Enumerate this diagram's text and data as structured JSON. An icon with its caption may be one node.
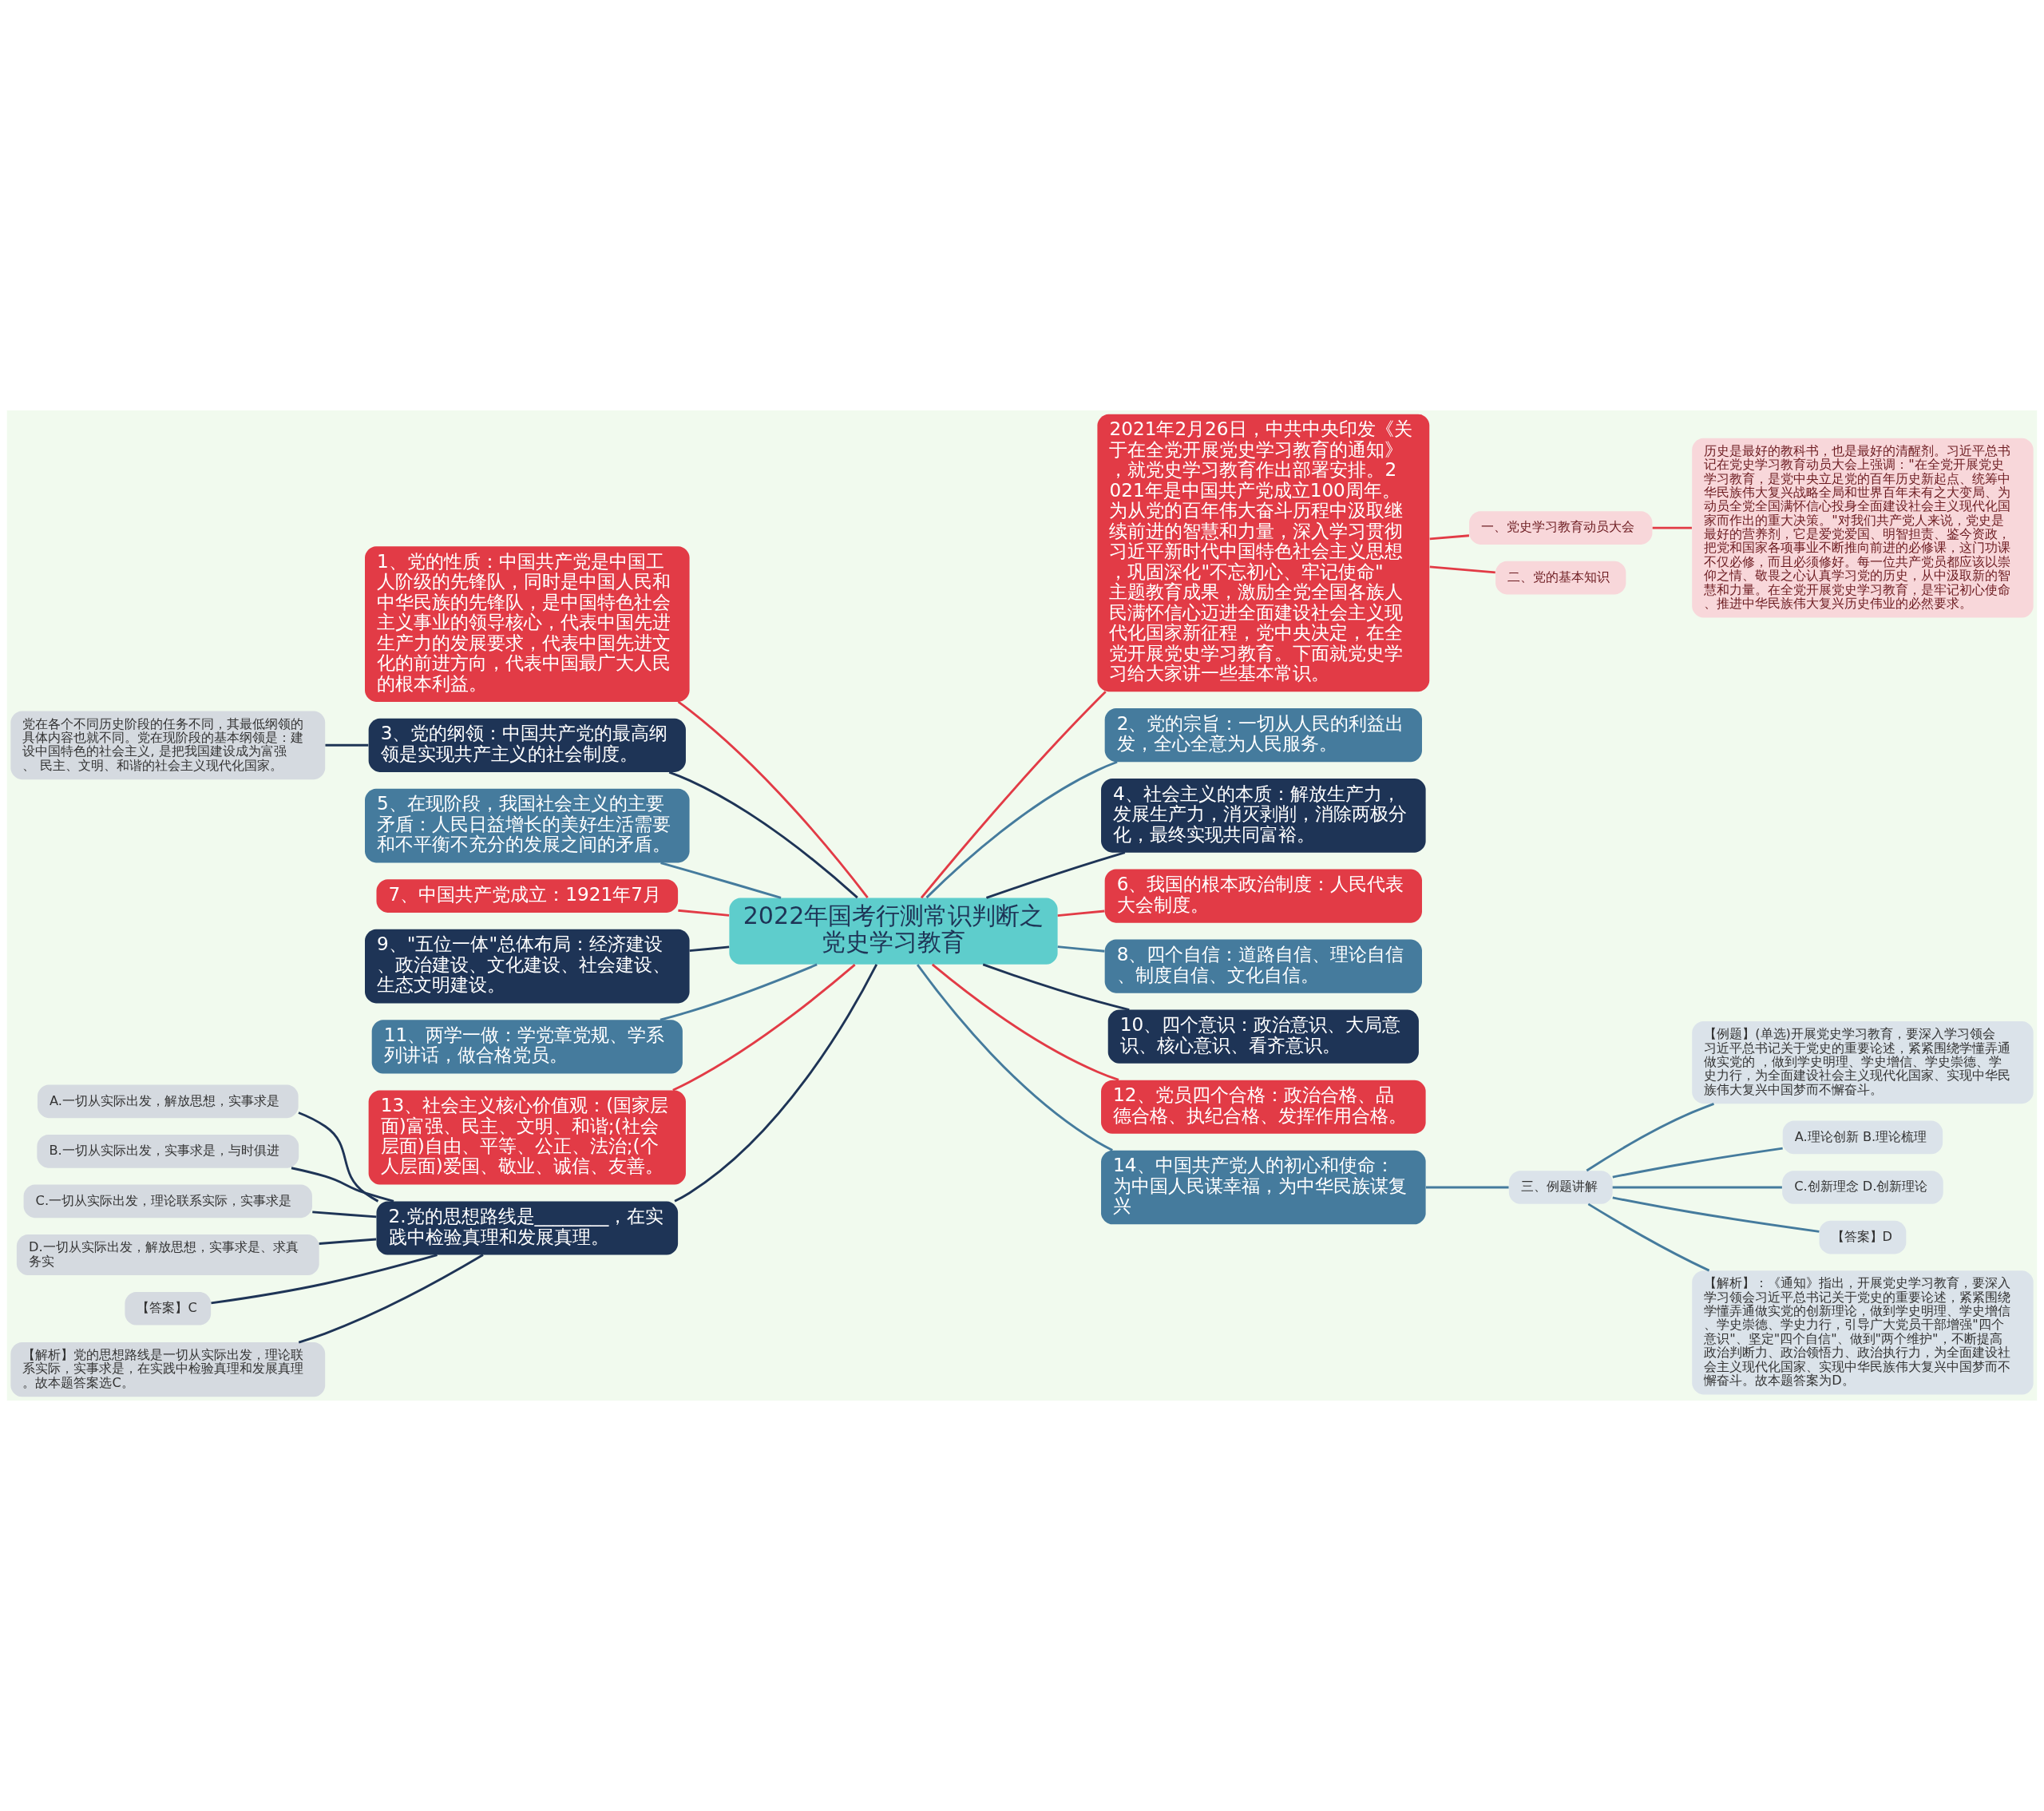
{
  "diagram": {
    "nodes": [
      {
        "text": [
          "2022年国考行测常识判断之党史学习教育"
        ]
      },
      {
        "text": [
          "1、党的性质：中国共产党是中国工人阶级的先锋队，同时是中国人民和中华民族的先锋队，是中国特色社会主义事业的领导核心，代表中国先进生产力的发展要求，代表中国先进文化的前进方向，代表中国最广大人民的根本利益。"
        ]
      },
      {
        "text": [
          "3、党的纲领：中国共产党的最高纲领是实现共产主义的社会制度。"
        ]
      },
      {
        "text": [
          "党在各个不同历史阶段的任务不同，其最低纲领的具体内容也就不同。党在现阶段的基本纲领是：建设中国特色的社会主义, 是把我国建设成为富强、 民主、文明、和谐的社会主义现代化国家。"
        ]
      },
      {
        "text": [
          "5、在现阶段，我国社会主义的主要矛盾：人民日益增长的美好生活需要和不平衡不充分的发展之间的矛盾。"
        ]
      },
      {
        "text": [
          "7、中国共产党成立：1921年7月"
        ]
      },
      {
        "text": [
          "9、\"五位一体\"总体布局：经济建设、政治建设、文化建设、社会建设、生态文明建设。"
        ]
      },
      {
        "text": [
          "11、两学一做：学党章党规、学系列讲话，做合格党员。"
        ]
      },
      {
        "text": [
          "13、社会主义核心价值观：(国家层面)富强、民主、文明、和谐;(社会层面)自由、平等、公正、法治;(个人层面)爱国、敬业、诚信、友善。"
        ]
      },
      {
        "text": [
          "2.党的思想路线是________，在实践中检验真理和发展真理。"
        ]
      },
      {
        "text": [
          "A.一切从实际出发，解放思想，实事求是"
        ]
      },
      {
        "text": [
          "B.一切从实际出发，实事求是，与时俱进"
        ]
      },
      {
        "text": [
          "C.一切从实际出发，理论联系实际，实事求是"
        ]
      },
      {
        "text": [
          "D.一切从实际出发，解放思想，实事求是、求真务实"
        ]
      },
      {
        "text": [
          "【答案】C"
        ]
      },
      {
        "text": [
          "【解析】党的思想路线是一切从实际出发，理论联系实际，实事求是，在实践中检验真理和发展真理。故本题答案选C。"
        ]
      },
      {
        "text": [
          "2021年2月26日，中共中央印发《关于在全党开展党史学习教育的通知》，就党史学习教育作出部署安排。2021年是中国共产党成立100周年。为从党的百年伟大奋斗历程中汲取继续前进的智慧和力量，深入学习贯彻习近平新时代中国特色社会主义思想，巩固深化\"不忘初心、牢记使命\"主题教育成果，激励全党全国各族人民满怀信心迈进全面建设社会主义现代化国家新征程，党中央决定，在全党开展党史学习教育。下面就党史学习给大家讲一些基本常识。"
        ]
      },
      {
        "text": [
          "一、党史学习教育动员大会"
        ]
      },
      {
        "text": [
          "历史是最好的教科书，也是最好的清醒剂。习近平总书记在党史学习教育动员大会上强调：\"在全党开展党史学习教育，是党中央立足党的百年历史新起点、统筹中华民族伟大复兴战略全局和世界百年未有之大变局、为动员全党全国满怀信心投身全面建设社会主义现代化国家而作出的重大决策。\"对我们共产党人来说，党史是最好的营养剂，它是爱党爱国、明智担责、鉴今资政，把党和国家各项事业不断推向前进的必修课，这门功课不仅必修，而且必须修好。每一位共产党员都应该以崇仰之情、敬畏之心认真学习党的历史，从中汲取新的智慧和力量。在全党开展党史学习教育，是牢记初心使命、推进中华民族伟大复兴历史伟业的必然要求。"
        ]
      },
      {
        "text": [
          "二、党的基本知识"
        ]
      },
      {
        "text": [
          "2、党的宗旨：一切从人民的利益出发，全心全意为人民服务。"
        ]
      },
      {
        "text": [
          "4、社会主义的本质：解放生产力，发展生产力，消灭剥削，消除两极分化，最终实现共同富裕。"
        ]
      },
      {
        "text": [
          "6、我国的根本政治制度：人民代表大会制度。"
        ]
      },
      {
        "text": [
          "8、四个自信：道路自信、理论自信、制度自信、文化自信。"
        ]
      },
      {
        "text": [
          "10、四个意识：政治意识、大局意识、核心意识、看齐意识。"
        ]
      },
      {
        "text": [
          "12、党员四个合格：政治合格、品德合格、执纪合格、发挥作用合格。"
        ]
      },
      {
        "text": [
          "14、中国共产党人的初心和使命：为中国人民谋幸福，为中华民族谋复兴"
        ]
      },
      {
        "text": [
          "三、例题讲解"
        ]
      },
      {
        "text": [
          "【例题】(单选)开展党史学习教育，要深入学习领会习近平总书记关于党史的重要论述，紧紧围绕学懂弄通做实党的 ，做到学史明理、学史增信、学史崇德、学史力行，为全面建设社会主义现代化国家、实现中华民族伟大复兴中国梦而不懈奋斗。"
        ]
      },
      {
        "text": [
          "A.理论创新 B.理论梳理"
        ]
      },
      {
        "text": [
          "C.创新理念 D.创新理论"
        ]
      },
      {
        "text": [
          "【答案】D"
        ]
      },
      {
        "text": [
          "【解析】：《通知》指出，开展党史学习教育，要深入学习领会习近平总书记关于党史的重要论述，紧紧围绕学懂弄通做实党的创新理论，做到学史明理、学史增信、学史崇德、学史力行，引导广大党员干部增强\"四个意识\"、坚定\"四个自信\"、做到\"两个维护\"，不断提高政治判断力、政治领悟力、政治执行力，为全面建设社会主义现代化国家、实现中华民族伟大复兴中国梦而不懈奋斗。故本题答案为D。"
        ]
      }
    ],
    "edges": [
      {
        "from": 0,
        "to": 1,
        "arrow": "none",
        "color": "#e23b46"
      },
      {
        "from": 0,
        "to": 2,
        "arrow": "none"
      },
      {
        "from": 2,
        "to": 3,
        "arrow": "none"
      },
      {
        "from": 0,
        "to": 4,
        "arrow": "none",
        "color": "#457b9d"
      },
      {
        "from": 0,
        "to": 5,
        "arrow": "none",
        "color": "#e23b46"
      },
      {
        "from": 0,
        "to": 6,
        "arrow": "none"
      },
      {
        "from": 0,
        "to": 7,
        "arrow": "none",
        "color": "#457b9d"
      },
      {
        "from": 0,
        "to": 8,
        "arrow": "none",
        "color": "#e23b46"
      },
      {
        "from": 0,
        "to": 9,
        "arrow": "none"
      },
      {
        "from": 9,
        "to": 10,
        "arrow": "none"
      },
      {
        "from": 9,
        "to": 11,
        "arrow": "none"
      },
      {
        "from": 9,
        "to": 12,
        "arrow": "none"
      },
      {
        "from": 9,
        "to": 13,
        "arrow": "none"
      },
      {
        "from": 9,
        "to": 14,
        "arrow": "none"
      },
      {
        "from": 9,
        "to": 15,
        "arrow": "none"
      },
      {
        "from": 0,
        "to": 16,
        "arrow": "none",
        "color": "#e23b46"
      },
      {
        "from": 16,
        "to": 17,
        "arrow": "none",
        "color": "#e23b46"
      },
      {
        "from": 17,
        "to": 18,
        "arrow": "none",
        "color": "#e23b46"
      },
      {
        "from": 16,
        "to": 19,
        "arrow": "none",
        "color": "#e23b46"
      },
      {
        "from": 0,
        "to": 20,
        "arrow": "none",
        "color": "#457b9d"
      },
      {
        "from": 0,
        "to": 21,
        "arrow": "none"
      },
      {
        "from": 0,
        "to": 22,
        "arrow": "none",
        "color": "#e23b46"
      },
      {
        "from": 0,
        "to": 23,
        "arrow": "none",
        "color": "#457b9d"
      },
      {
        "from": 0,
        "to": 24,
        "arrow": "none"
      },
      {
        "from": 0,
        "to": 25,
        "arrow": "none",
        "color": "#e23b46"
      },
      {
        "from": 0,
        "to": 26,
        "arrow": "none",
        "color": "#457b9d"
      },
      {
        "from": 26,
        "to": 27,
        "arrow": "none",
        "color": "#457b9d"
      },
      {
        "from": 27,
        "to": 28,
        "arrow": "none",
        "color": "#457b9d"
      },
      {
        "from": 27,
        "to": 29,
        "arrow": "none",
        "color": "#457b9d"
      },
      {
        "from": 27,
        "to": 30,
        "arrow": "none",
        "color": "#457b9d"
      },
      {
        "from": 27,
        "to": 31,
        "arrow": "none",
        "color": "#457b9d"
      },
      {
        "from": 27,
        "to": 32,
        "arrow": "none",
        "color": "#457b9d"
      }
    ]
  }
}
